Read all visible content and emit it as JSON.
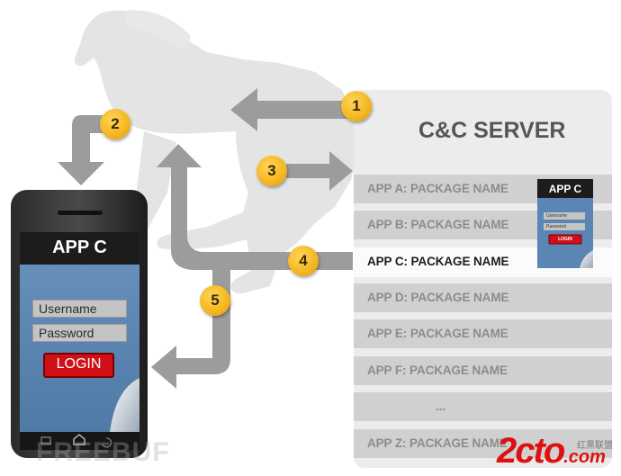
{
  "server": {
    "title": "C&C SERVER"
  },
  "packages": [
    "APP A: PACKAGE NAME",
    "APP B: PACKAGE NAME",
    "APP C: PACKAGE NAME",
    "APP D: PACKAGE NAME",
    "APP E: PACKAGE NAME",
    "APP F: PACKAGE NAME",
    "...",
    "APP Z: PACKAGE NAME"
  ],
  "highlighted_package": "APP C: PACKAGE NAME",
  "mini_app": {
    "title": "APP C",
    "username": "Username",
    "password": "Password",
    "login": "LOGIN"
  },
  "phone_app": {
    "title": "APP C",
    "username": "Username",
    "password": "Password",
    "login": "LOGIN"
  },
  "steps": [
    "1",
    "2",
    "3",
    "4",
    "5"
  ],
  "watermark": {
    "left": "FREEBUF",
    "logo": "2cto",
    "logo_suffix": ".com",
    "logo_top": "红黑联盟"
  },
  "colors": {
    "arrow": "#9c9c9c",
    "badge": "#f5b520",
    "login": "#d01018",
    "screen": "#5b86b3",
    "horse": "#e4e4e4"
  }
}
